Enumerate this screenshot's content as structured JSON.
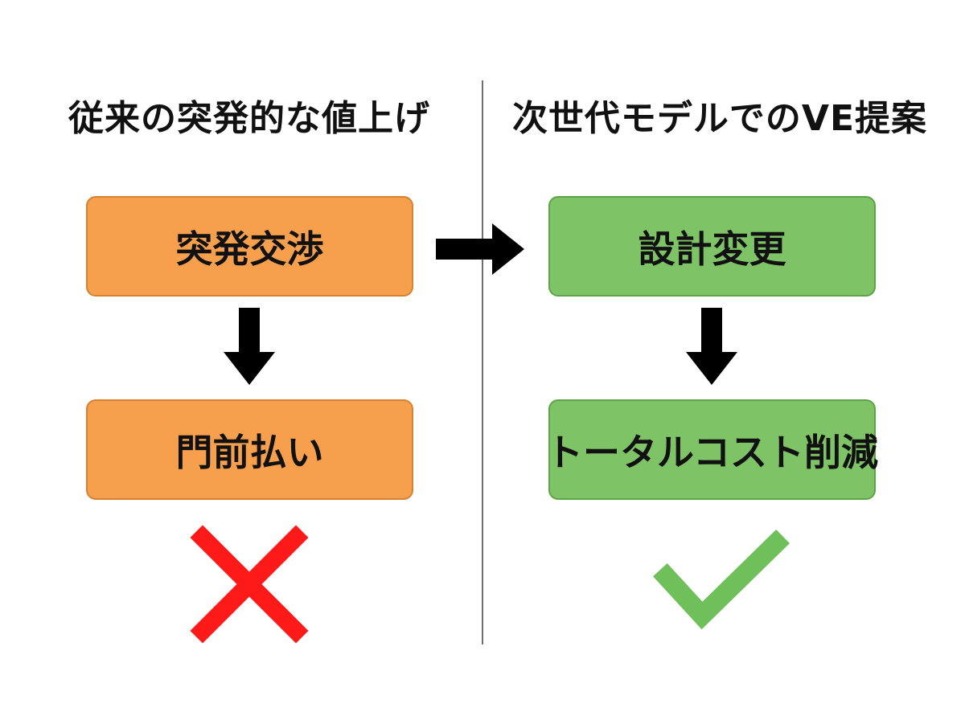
{
  "left": {
    "heading": "従来の突発的な値上げ",
    "steps": [
      "突発交渉",
      "門前払い"
    ],
    "result_icon": "red-cross-icon"
  },
  "right": {
    "heading": "次世代モデルでのVE提案",
    "steps": [
      "設計変更",
      "トータルコスト削減"
    ],
    "result_icon": "green-check-icon"
  },
  "colors": {
    "orange_box": "#f6a04d",
    "green_box": "#7ec466",
    "cross": "#ff1a1a",
    "check": "#6fbf5a",
    "arrow": "#000000"
  }
}
